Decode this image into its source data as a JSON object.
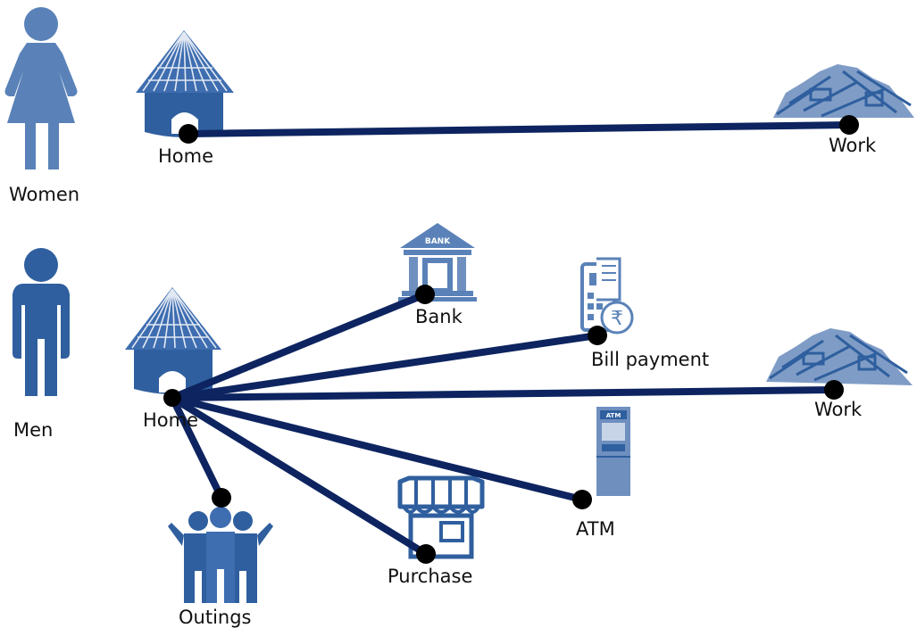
{
  "colors": {
    "line": "#0d2460",
    "icon_dark": "#2f5f9e",
    "icon_light": "#6f8fbf",
    "node": "#000000"
  },
  "women": {
    "label": "Women",
    "home_label": "Home",
    "work_label": "Work"
  },
  "men": {
    "label": "Men",
    "home_label": "Home",
    "destinations": {
      "bank": "Bank",
      "bill_payment": "Bill payment",
      "work": "Work",
      "atm": "ATM",
      "purchase": "Purchase",
      "outings": "Outings"
    }
  },
  "icons": {
    "bank_sign": "BANK",
    "atm_sign": "ATM",
    "rupee": "₹"
  }
}
